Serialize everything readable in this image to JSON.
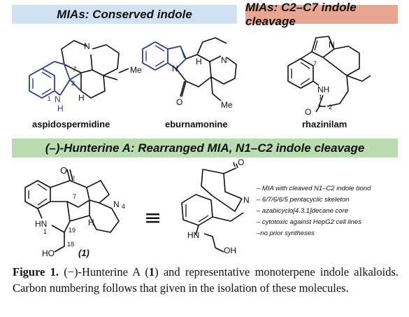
{
  "bands": {
    "conserved": "MIAs: Conserved indole",
    "cleavage": "MIAs: C2–C7 indole cleavage",
    "hunterine": "(–)-Hunterine A: Rearranged MIA, N1–C2 indole cleavage"
  },
  "molecules": {
    "aspidospermidine": {
      "name": "aspidospermidine",
      "atoms": {
        "n_top": "N",
        "me": "Me",
        "c7": "7",
        "c2": "2",
        "h": "H",
        "n1": "1",
        "nh": "N",
        "nh_h": "H"
      }
    },
    "eburnamonine": {
      "name": "eburnamonine",
      "atoms": {
        "n": "N",
        "n_right": "N",
        "h": "H",
        "o": "O",
        "et": "Me"
      }
    },
    "rhazinilam": {
      "name": "rhazinilam",
      "atoms": {
        "n": "N",
        "c7": "7",
        "nh": "NH",
        "n1": "1",
        "c2": "2",
        "o": "O"
      }
    },
    "hunterine": {
      "label": "(1)",
      "atoms": {
        "o": "O",
        "c2": "2",
        "c7": "7",
        "n4": "4",
        "hn": "HN",
        "n1": "1",
        "c19": "19",
        "c18": "18",
        "ho": "HO",
        "h": "H"
      }
    },
    "hunterine3d": {
      "atoms": {
        "o": "O",
        "n": "N",
        "hn": "HN",
        "oh": "OH"
      }
    }
  },
  "equiv_symbol": "≡",
  "notes": [
    "– MIA with cleaved N1–C2 indole bond",
    "– 6/7/6/6/5 pentacyclic skeleton",
    "– azabicyclo[4.3.1]decane core",
    "– cytotoxic against HepG2 cell lines",
    "–no prior syntheses"
  ],
  "caption": {
    "label": "Figure 1.",
    "part1": "(−)-Hunterine A (",
    "compound": "1",
    "part2": ") and representative monoterpene indole alkaloids. Carbon numbering follows that given in the isolation of these molecules."
  },
  "colors": {
    "highlight": "#2b3a8f",
    "band_blue": "#cfe1f3",
    "band_pink": "#e8a592",
    "band_green": "#b9dcb0"
  }
}
